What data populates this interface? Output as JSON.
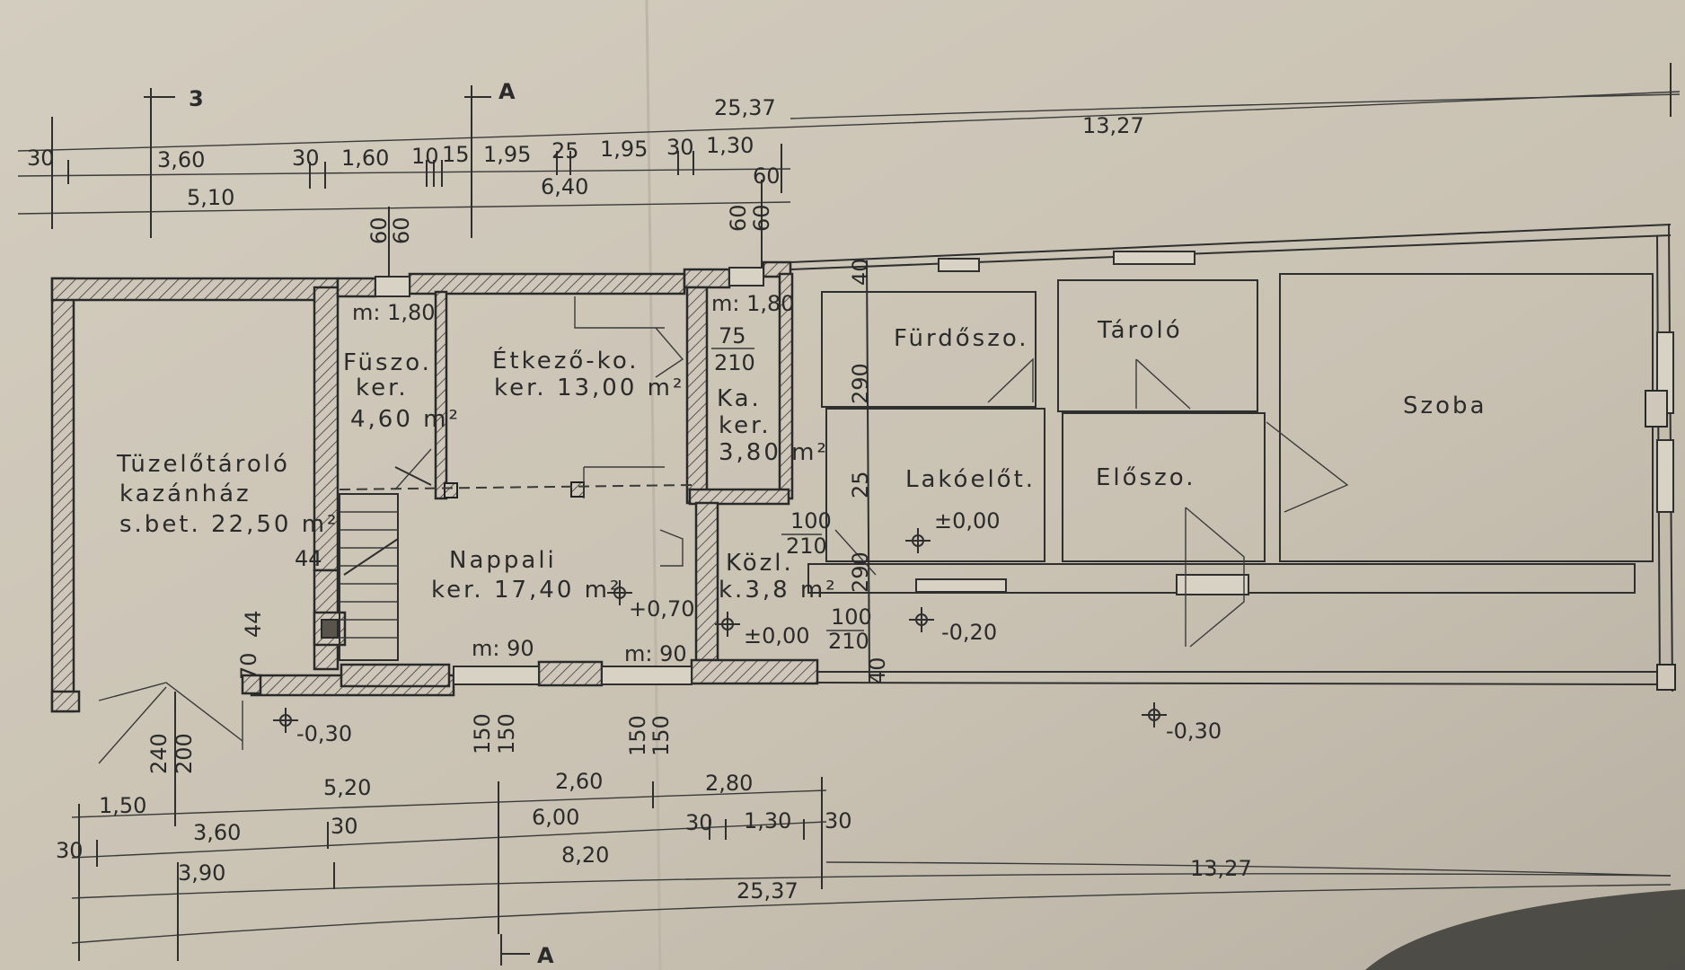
{
  "dims": {
    "top": {
      "overall": "25,37",
      "right_part": "13,27",
      "d_30": "30",
      "d_360": "3,60",
      "d_30b": "30",
      "d_160": "1,60",
      "d_10": "10",
      "d_15": "15",
      "d_195a": "1,95",
      "d_25": "25",
      "d_195b": "1,95",
      "d_30c": "30",
      "d_130": "1,30",
      "d_510": "5,10",
      "d_640": "6,40",
      "d_60": "60"
    },
    "bottom": {
      "d_150": "1,50",
      "d_520": "5,20",
      "d_260": "2,60",
      "d_280": "2,80",
      "d_30a": "30",
      "d_360": "3,60",
      "d_30b": "30",
      "d_600": "6,00",
      "d_30c": "30",
      "d_130": "1,30",
      "d_30d": "30",
      "d_390": "3,90",
      "d_820": "8,20",
      "right_part": "13,27",
      "overall": "25,37"
    },
    "vertical": {
      "v60a": "60",
      "v60b": "60",
      "v60c": "60",
      "v60d": "60",
      "v40": "40",
      "v290a": "290",
      "v25": "25",
      "v290b": "290",
      "v40b": "40",
      "v44a": "44",
      "v44b": "44",
      "v70": "70",
      "v240": "240",
      "v200": "200",
      "v150a": "150",
      "v150b": "150",
      "v150c": "150",
      "v150d": "150"
    }
  },
  "sections": {
    "s3": "3",
    "sA_top": "A",
    "sA_bottom": "A"
  },
  "rooms": {
    "tuzelo": {
      "name": "Tüzelőtároló",
      "line2": "kazánház",
      "area": "s.bet. 22,50 m²"
    },
    "fuszo": {
      "name": "Füszo.",
      "line2": "ker.",
      "area": "4,60 m²",
      "window": "m: 1,80"
    },
    "etkezo": {
      "name": "Étkező-ko.",
      "area": "ker. 13,00 m²"
    },
    "ka": {
      "name": "Ka.",
      "line2": "ker.",
      "area": "3,80 m²",
      "window": "m: 1,80",
      "door_w": "75",
      "door_h": "210"
    },
    "nappali": {
      "name": "Nappali",
      "area": "ker. 17,40 m²",
      "win1": "m: 90",
      "win2": "m: 90"
    },
    "kozl": {
      "name": "Közl.",
      "area": "k.3,8 m²",
      "door_w": "100",
      "door_h": "210",
      "door2_w": "100",
      "door2_h": "210"
    },
    "furdo": {
      "name": "Fürdőszo."
    },
    "tarolo": {
      "name": "Tároló"
    },
    "szoba": {
      "name": "Szoba"
    },
    "lakoelot": {
      "name": "Lakóelőt."
    },
    "eloszo": {
      "name": "Előszo."
    }
  },
  "levels": {
    "l1": "±0,00",
    "l2": "+0,70",
    "l3": "±0,00",
    "l4": "-0,20",
    "l5": "-0,30",
    "l6": "-0,30"
  }
}
